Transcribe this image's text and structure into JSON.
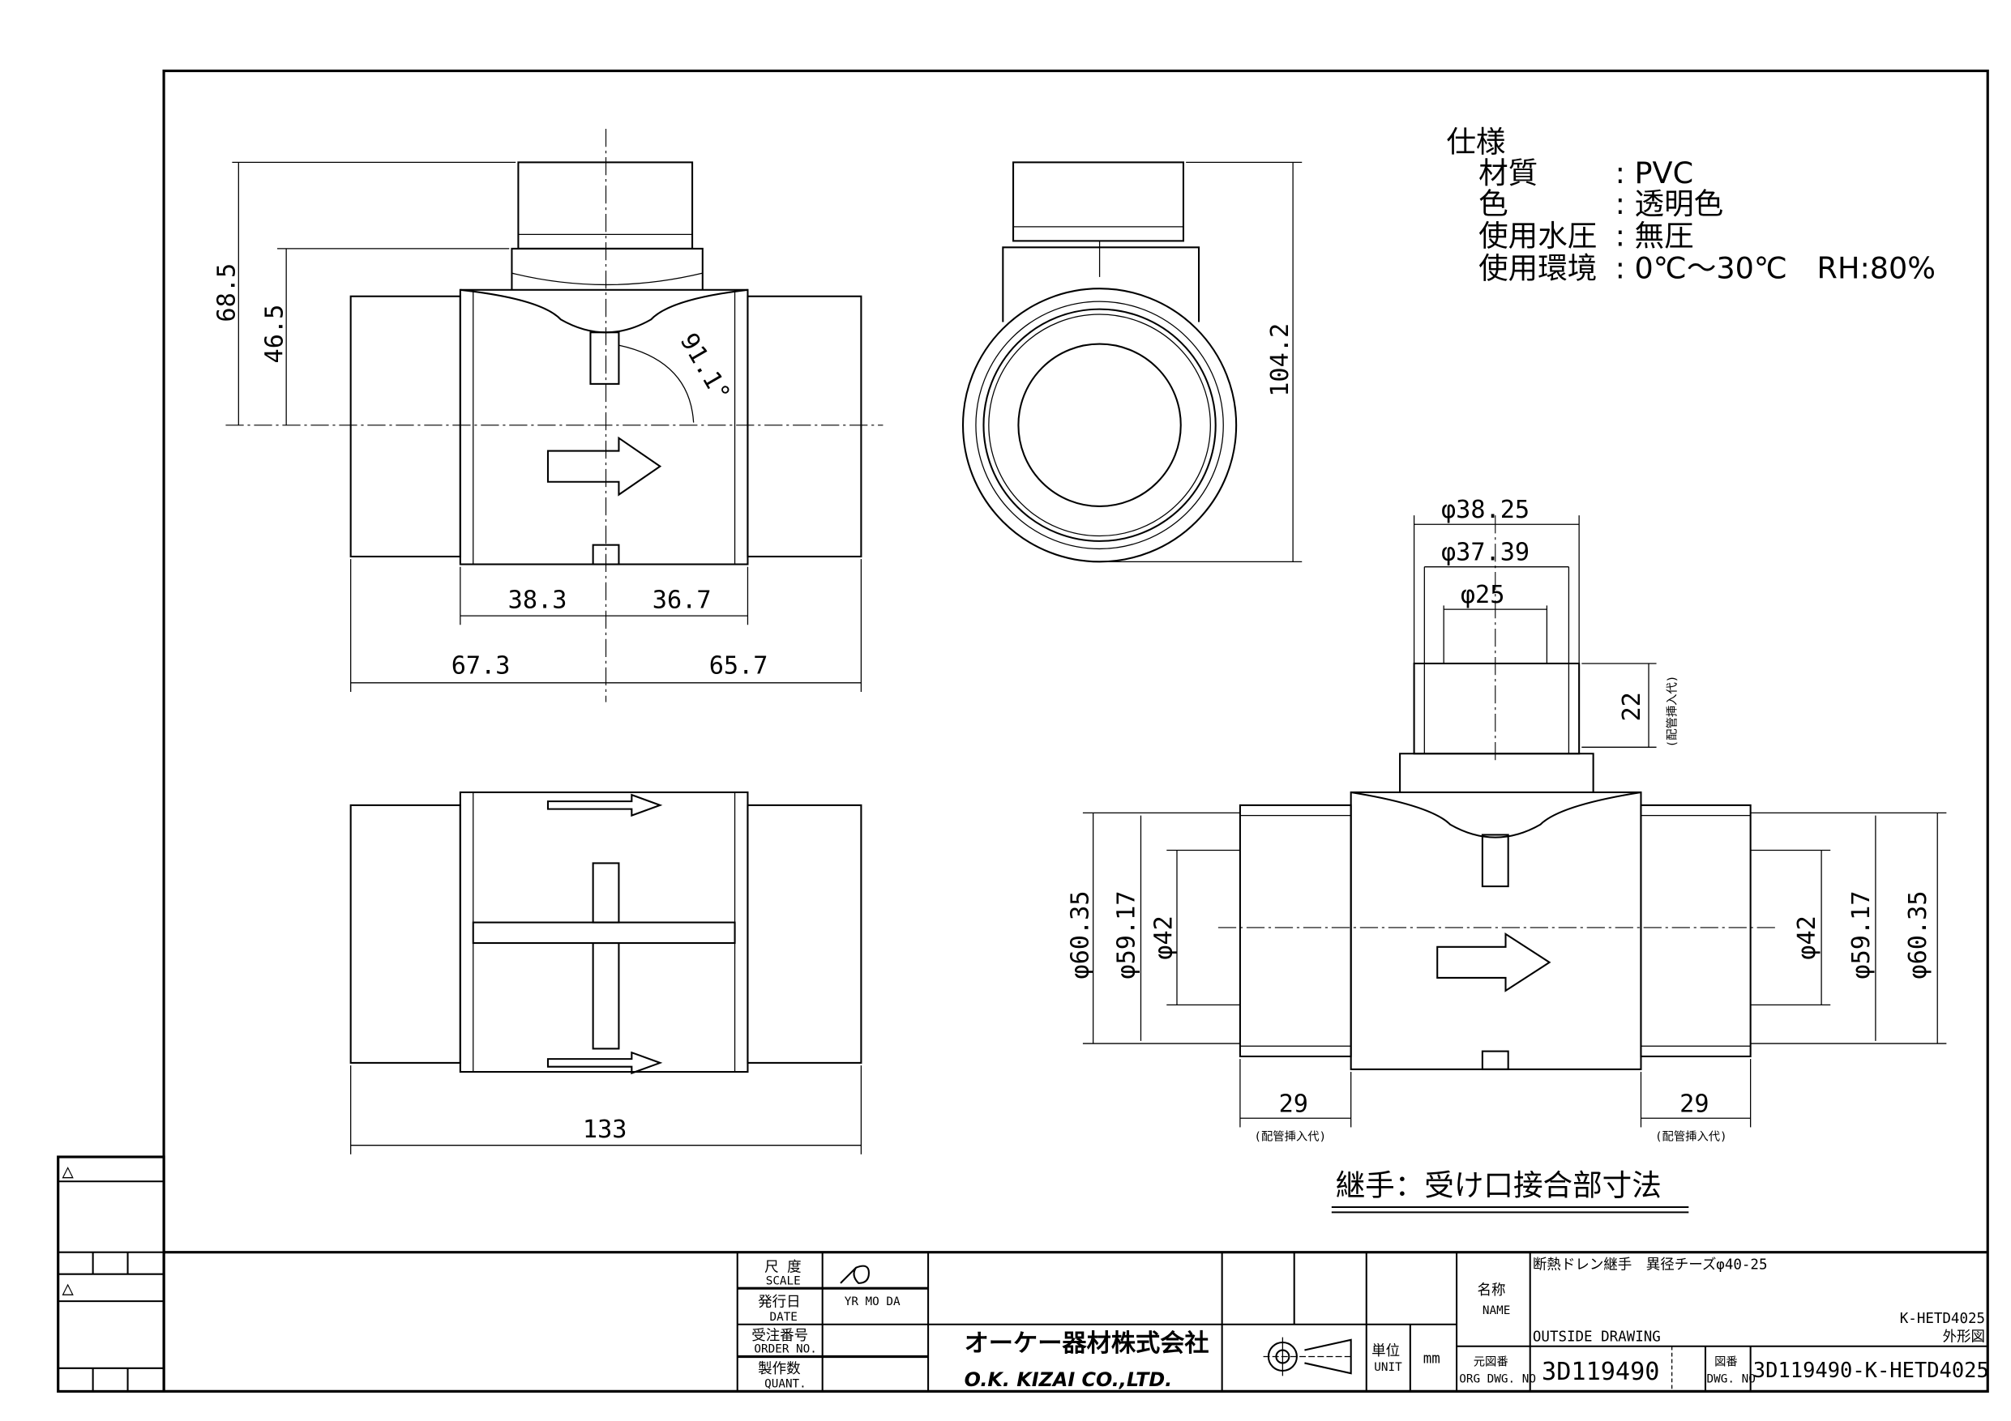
{
  "spec": {
    "title": "仕様",
    "rows": [
      {
        "label": "材質",
        "value": "PVC"
      },
      {
        "label": "色",
        "value": "透明色"
      },
      {
        "label": "使用水圧",
        "value": "無圧"
      },
      {
        "label": "使用環境",
        "value": "0℃～30℃　RH:80%"
      }
    ],
    "separator": ":"
  },
  "dims": {
    "h685": "68.5",
    "h465": "46.5",
    "angle": "91.1°",
    "h1042": "104.2",
    "w383": "38.3",
    "w367": "36.7",
    "w673": "67.3",
    "w657": "65.7",
    "w133": "133",
    "d3825": "φ38.25",
    "d3739": "φ37.39",
    "d25": "φ25",
    "h22": "22",
    "pipe_insert": "(配管挿入代)",
    "d6035": "φ60.35",
    "d5917": "φ59.17",
    "d42": "φ42",
    "w29": "29"
  },
  "section_caption": "継手：受け口接合部寸法",
  "title_block": {
    "scale_jp": "尺 度",
    "scale_en": "SCALE",
    "date_jp": "発行日",
    "date_en": "DATE",
    "date_fmt": "YR  MO  DA",
    "order_jp": "受注番号",
    "order_en": "ORDER NO.",
    "quant_jp": "製作数",
    "quant_en": "QUANT.",
    "company_jp": "オーケー器材株式会社",
    "company_en": "O.K. KIZAI CO.,LTD.",
    "unit_jp": "単位",
    "unit_en": "UNIT",
    "unit": "mm",
    "name_jp": "名称",
    "name_en": "NAME",
    "product_name": "断熱ドレン継手　異径チーズφ40-25",
    "drawing_type_en": "OUTSIDE DRAWING",
    "model": "K-HETD4025",
    "drawing_type_jp": "外形図",
    "org_jp": "元図番",
    "org_en": "ORG DWG. NO",
    "org_no": "3D119490",
    "dwg_jp": "図番",
    "dwg_en": "DWG. NO",
    "dwg_no": "3D119490-K-HETD4025"
  },
  "revision_marks": [
    "△",
    "△"
  ]
}
